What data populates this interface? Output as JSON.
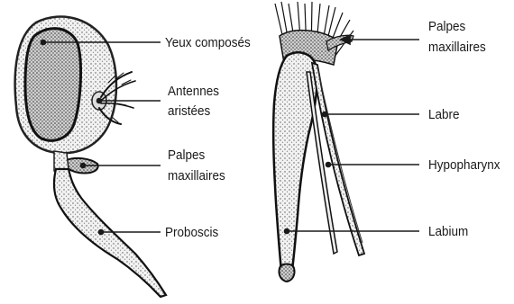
{
  "left_labels": {
    "compound_eyes": "Yeux composés",
    "antennae_1": "Antennes",
    "antennae_2": "aristées",
    "palps_1": "Palpes",
    "palps_2": "maxillaires",
    "proboscis": "Proboscis"
  },
  "right_labels": {
    "palps_1": "Palpes",
    "palps_2": "maxillaires",
    "labrum": "Labre",
    "hypopharynx": "Hypopharynx",
    "labium": "Labium"
  }
}
